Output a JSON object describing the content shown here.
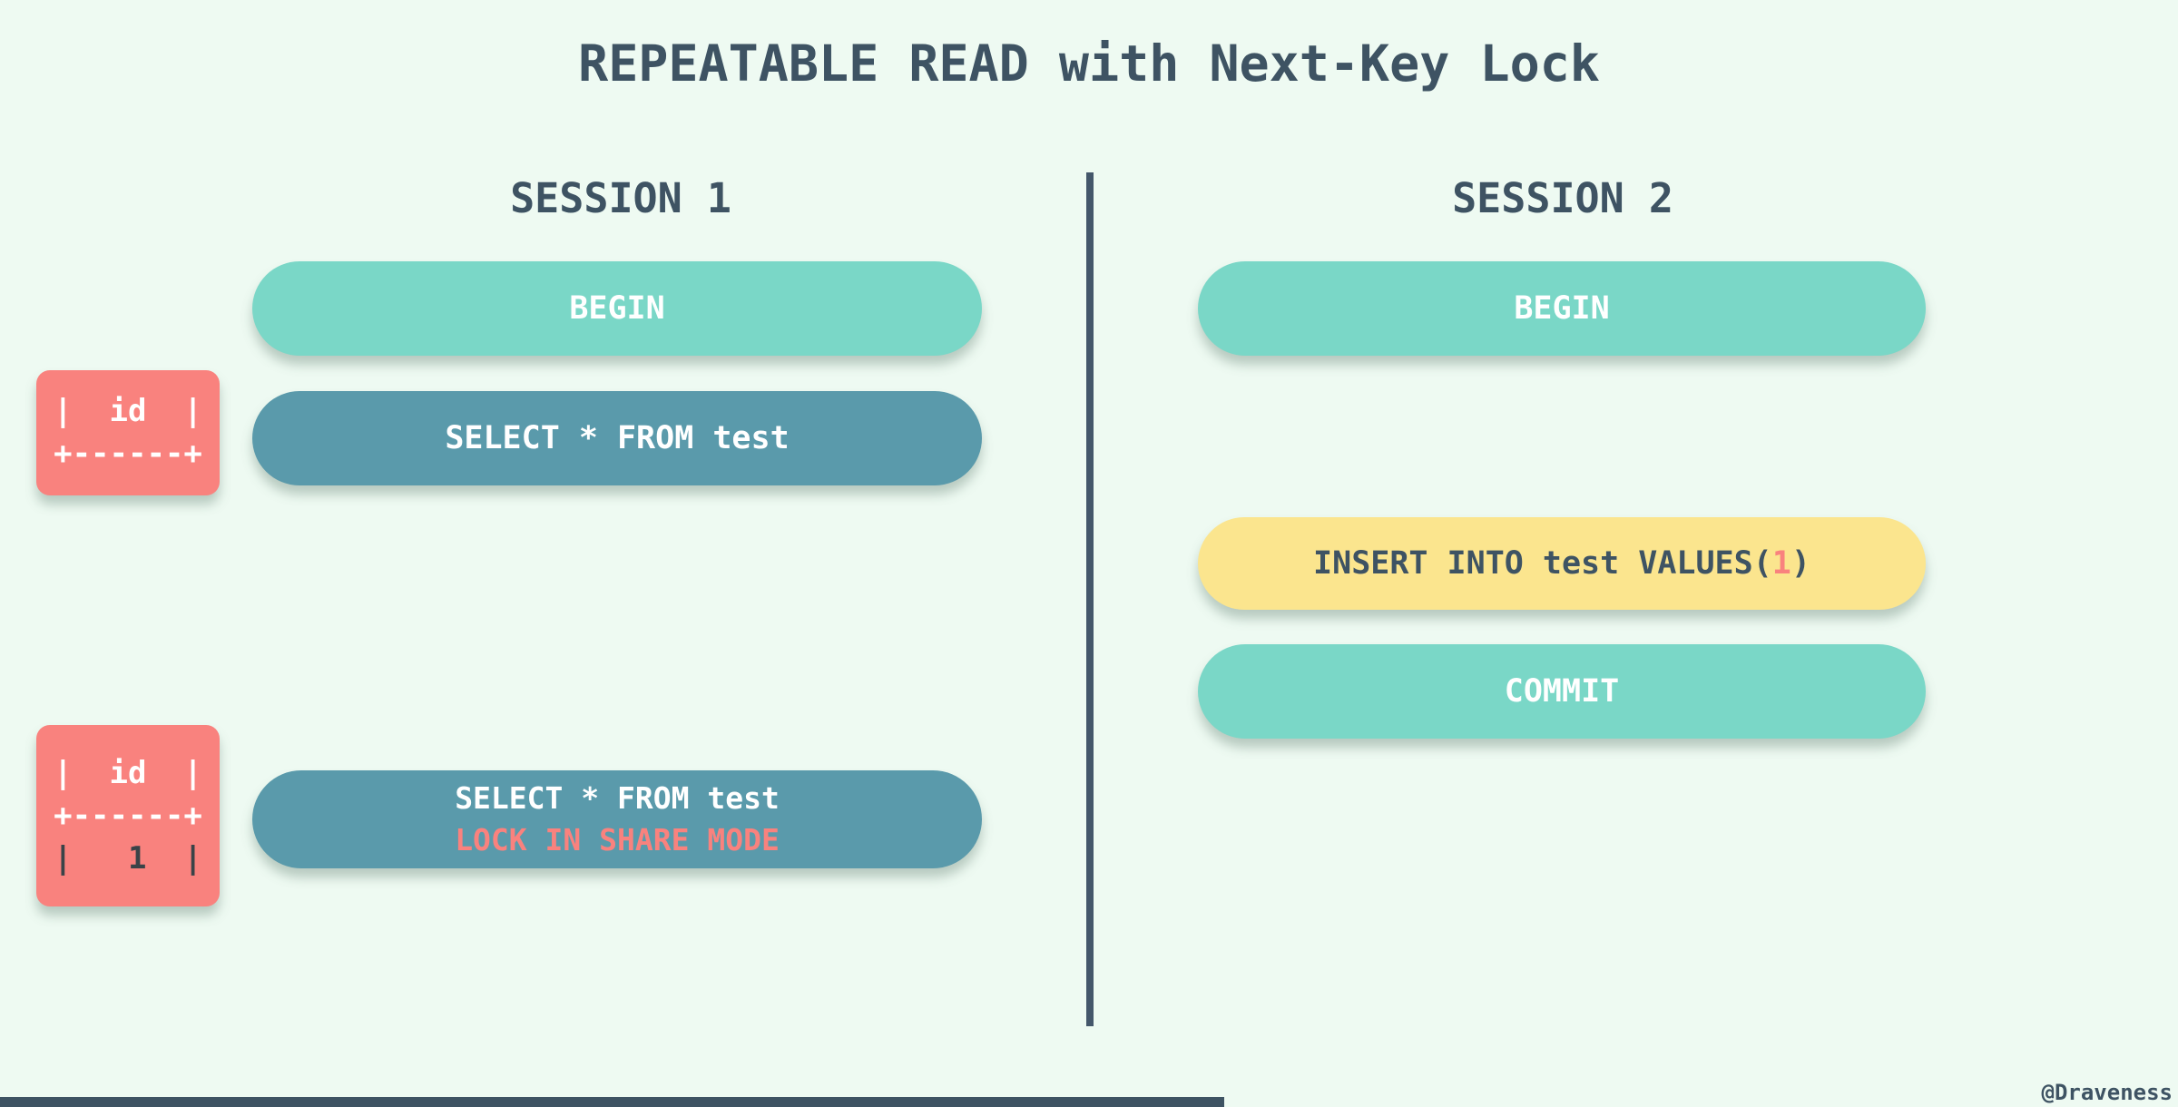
{
  "title": "REPEATABLE READ with Next-Key Lock",
  "credit": "@Draveness",
  "colors": {
    "background": "#eefaf2",
    "ink": "#3e5363",
    "divider": "#44576b",
    "teal_pill": "#7ad7c7",
    "blue_pill": "#5a9aab",
    "yellow_pill": "#fbe58e",
    "salmon": "#f9827e",
    "table_value_ink": "#3a4348"
  },
  "sessions": [
    {
      "label": "SESSION 1",
      "steps": [
        {
          "text": "BEGIN"
        },
        {
          "text": "SELECT * FROM test"
        },
        {
          "lines": [
            "SELECT * FROM test",
            "LOCK IN SHARE MODE"
          ]
        }
      ]
    },
    {
      "label": "SESSION 2",
      "steps": [
        {
          "text": "BEGIN"
        },
        {
          "prefix": "INSERT INTO test VALUES(",
          "value": "1",
          "suffix": ")"
        },
        {
          "text": "COMMIT"
        }
      ]
    }
  ],
  "result_tables": [
    {
      "rows": [
        "|  id  |",
        "+------+"
      ]
    },
    {
      "rows": [
        "|  id  |",
        "+------+",
        "|   1  |"
      ]
    }
  ]
}
